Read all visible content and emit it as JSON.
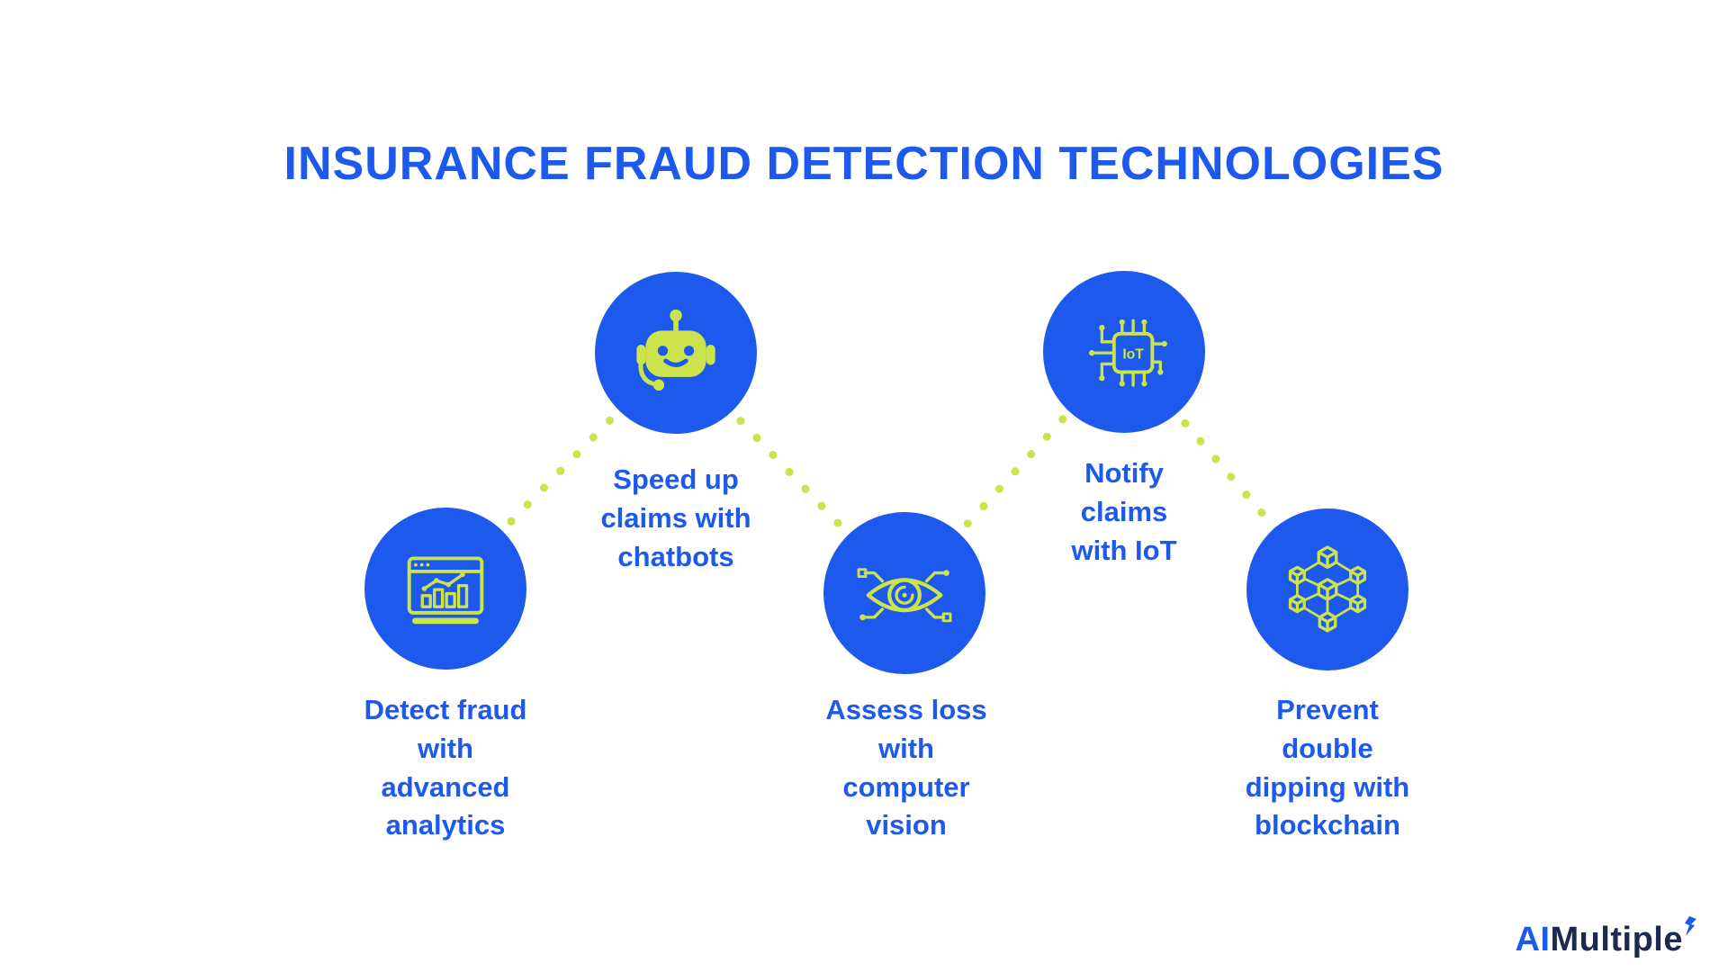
{
  "title": "INSURANCE FRAUD DETECTION TECHNOLOGIES",
  "colors": {
    "blue": "#1c59ec",
    "lime": "#cce34c",
    "navy": "#1b2a4e"
  },
  "nodes": [
    {
      "id": "analytics",
      "icon": "analytics-icon",
      "label": "Detect fraud\nwith\nadvanced\nanalytics"
    },
    {
      "id": "chatbots",
      "icon": "chatbot-icon",
      "label": "Speed up\nclaims with\nchatbots"
    },
    {
      "id": "computer-vision",
      "icon": "computer-vision-icon",
      "label": "Assess loss\nwith\ncomputer\nvision"
    },
    {
      "id": "iot",
      "icon": "iot-icon",
      "label": "Notify\nclaims\nwith IoT",
      "chip_text": "IoT"
    },
    {
      "id": "blockchain",
      "icon": "blockchain-icon",
      "label": "Prevent\ndouble\ndipping with\nblockchain"
    }
  ],
  "logo": {
    "part1": "AI",
    "part2": "Multiple"
  }
}
